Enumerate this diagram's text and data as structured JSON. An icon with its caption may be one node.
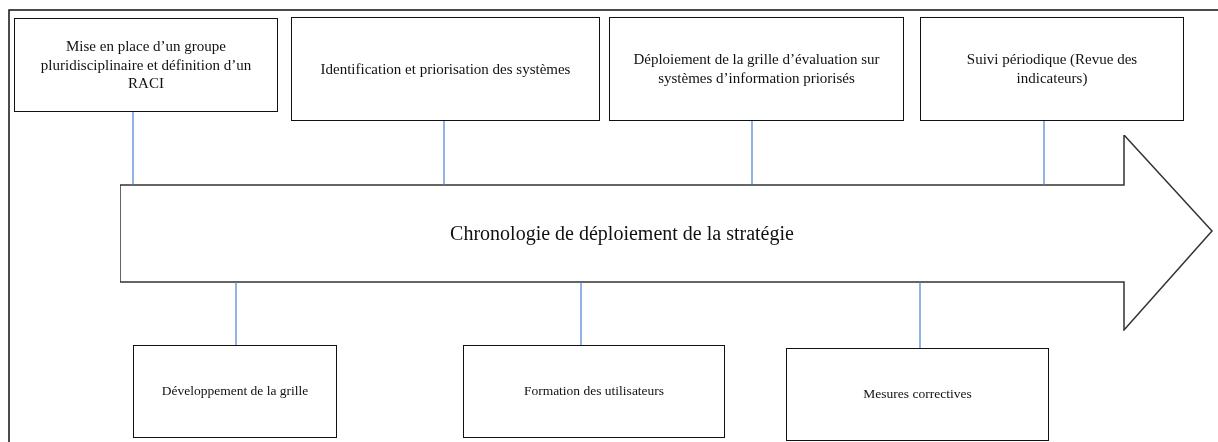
{
  "diagram": {
    "nodes": [
      {
        "text": [
          "Mise en place d’un groupe pluridisciplinaire et définition d’un RACI"
        ]
      },
      {
        "text": [
          "Identification et priorisation des systèmes"
        ]
      },
      {
        "text": [
          "Déploiement de la grille d’évaluation sur systèmes d’information priorisés"
        ]
      },
      {
        "text": [
          "Suivi périodique (Revue des indicateurs)"
        ]
      },
      {
        "text": [
          "Chronologie de déploiement de la stratégie"
        ]
      },
      {
        "text": [
          "Développement de la grille"
        ]
      },
      {
        "text": [
          "Formation des utilisateurs"
        ]
      },
      {
        "text": [
          "Mesures correctives"
        ]
      }
    ],
    "edges": [
      {
        "from": 0,
        "to": 4,
        "arrow": "none"
      },
      {
        "from": 1,
        "to": 4,
        "arrow": "none"
      },
      {
        "from": 2,
        "to": 4,
        "arrow": "none"
      },
      {
        "from": 3,
        "to": 4,
        "arrow": "none"
      },
      {
        "from": 5,
        "to": 4,
        "arrow": "none"
      },
      {
        "from": 6,
        "to": 4,
        "arrow": "none"
      },
      {
        "from": 7,
        "to": 4,
        "arrow": "none"
      }
    ]
  }
}
